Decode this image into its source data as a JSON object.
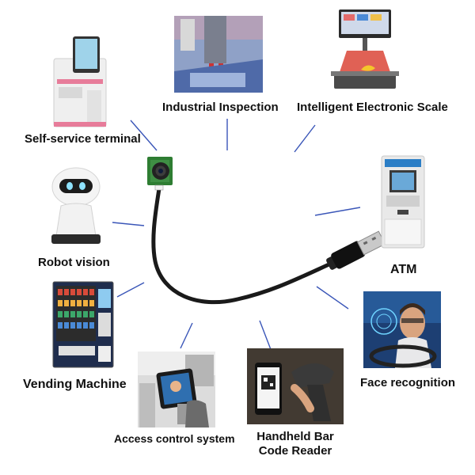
{
  "applications": {
    "industrial_inspection": {
      "label": "Industrial Inspection"
    },
    "electronic_scale": {
      "label": "Intelligent Electronic Scale"
    },
    "self_service": {
      "label": "Self-service terminal"
    },
    "robot_vision": {
      "label": "Robot vision"
    },
    "atm": {
      "label": "ATM"
    },
    "vending_machine": {
      "label": "Vending Machine"
    },
    "face_recognition": {
      "label": "Face recognition"
    },
    "access_control": {
      "label": "Access control system"
    },
    "barcode_reader": {
      "label_line1": "Handheld Bar",
      "label_line2": "Code Reader"
    }
  },
  "colors": {
    "connector_line": "#3a56b8",
    "text": "#111111",
    "cable": "#1a1a1a",
    "pcb": "#2e7d32"
  }
}
